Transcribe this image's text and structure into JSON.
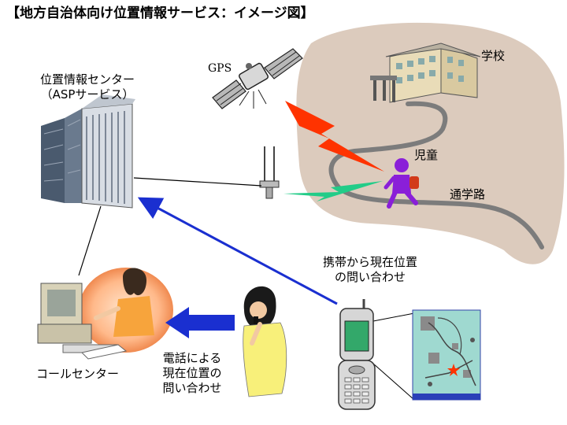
{
  "title": "【地方自治体向け位置情報サービス：イメージ図】",
  "labels": {
    "gps": "GPS",
    "location_center_line1": "位置情報センター",
    "location_center_line2": "（ASPサービス）",
    "school": "学校",
    "child": "児童",
    "school_route": "通学路",
    "mobile_inquiry_line1": "携帯から現在位置",
    "mobile_inquiry_line2": "の問い合わせ",
    "call_center": "コールセンター",
    "phone_inquiry_line1": "電話による",
    "phone_inquiry_line2": "現在位置の",
    "phone_inquiry_line3": "問い合わせ"
  },
  "colors": {
    "area_background": "#dccbbd",
    "arrow_blue": "#1a2fd0",
    "signal_red": "#ff3300",
    "signal_green": "#22cc88",
    "child_purple": "#8a1fd8",
    "map_screen": "#9fd9d0",
    "phone_screen": "#33a86a"
  }
}
